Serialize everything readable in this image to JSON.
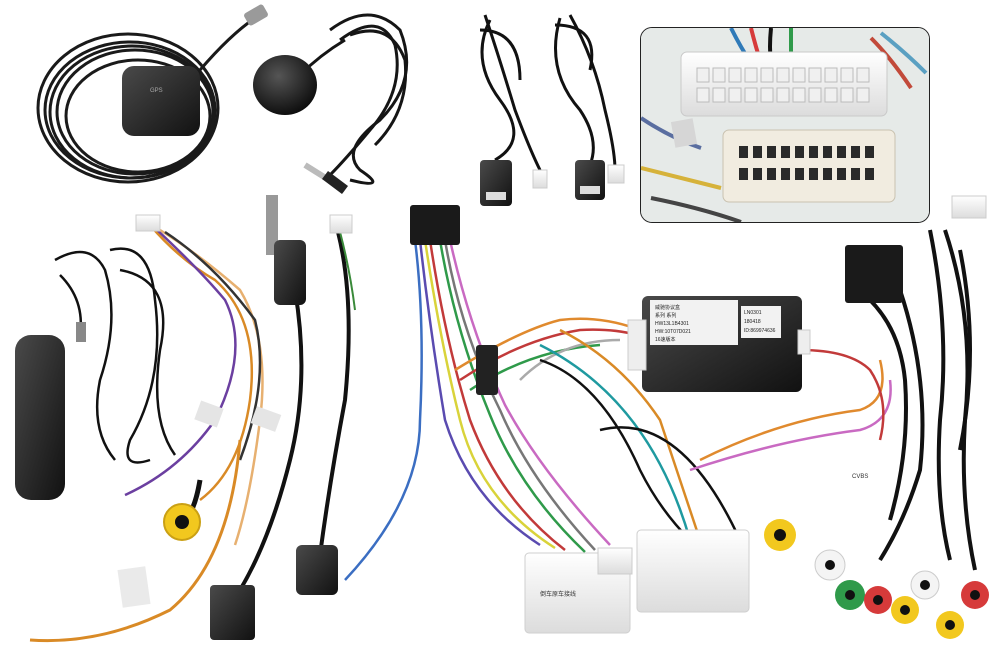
{
  "photo": {
    "gps_label": "GPS",
    "box_label_line1": "威驰协议盒",
    "box_label_line2": "系列 系列",
    "box_label_line3": "HW13L1B4301",
    "box_label_line4": "HW:10T07D021",
    "box_label_line5": "16速版本",
    "box_label_right1": "LN0301",
    "box_label_right2": "180418",
    "box_label_right3": "ID:869974636",
    "harness_tag": "倒车原车接线",
    "rca_tag": "CVBS"
  }
}
